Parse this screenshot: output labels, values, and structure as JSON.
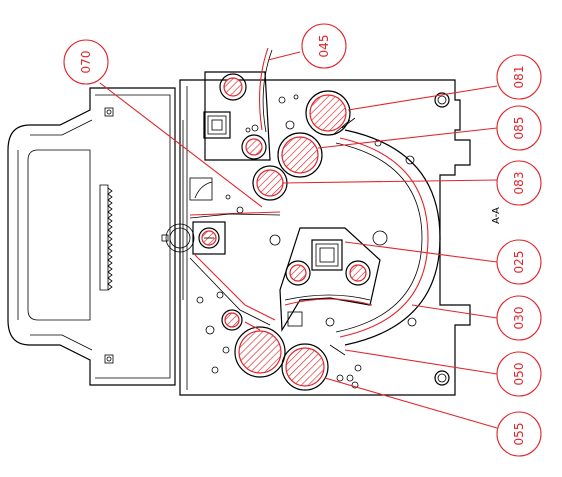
{
  "section_label": "A-A",
  "callouts": [
    {
      "id": "c045",
      "label": "045"
    },
    {
      "id": "c070",
      "label": "070"
    },
    {
      "id": "c081",
      "label": "081"
    },
    {
      "id": "c085",
      "label": "085"
    },
    {
      "id": "c083",
      "label": "083"
    },
    {
      "id": "c025",
      "label": "025"
    },
    {
      "id": "c030",
      "label": "030"
    },
    {
      "id": "c050",
      "label": "050"
    },
    {
      "id": "c055",
      "label": "055"
    }
  ],
  "colors": {
    "callout": "#e0262b",
    "line": "#000000"
  }
}
